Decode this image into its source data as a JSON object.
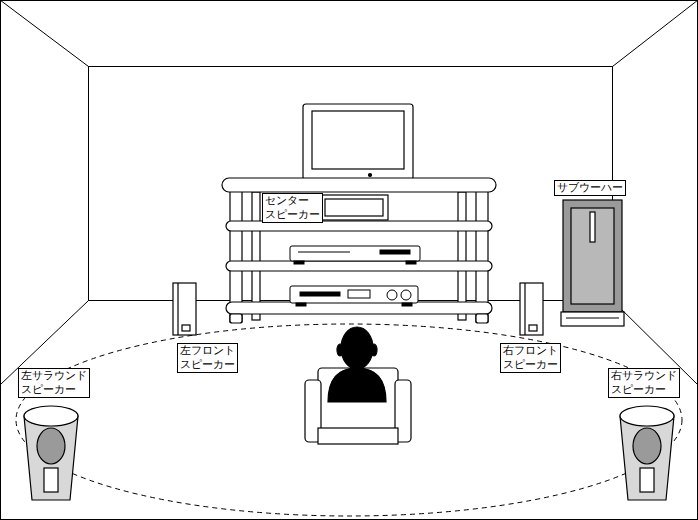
{
  "diagram": {
    "nodes": [
      {
        "text": [
          "サブウーハー"
        ]
      },
      {
        "text": [
          "センター スピーカー"
        ]
      },
      {
        "text": [
          "左フロント スピーカー"
        ]
      },
      {
        "text": [
          "右フロント スピーカー"
        ]
      },
      {
        "text": [
          "左サラウンド スピーカー"
        ]
      },
      {
        "text": [
          "右サラウンド スピーカー"
        ]
      }
    ],
    "edges": []
  }
}
